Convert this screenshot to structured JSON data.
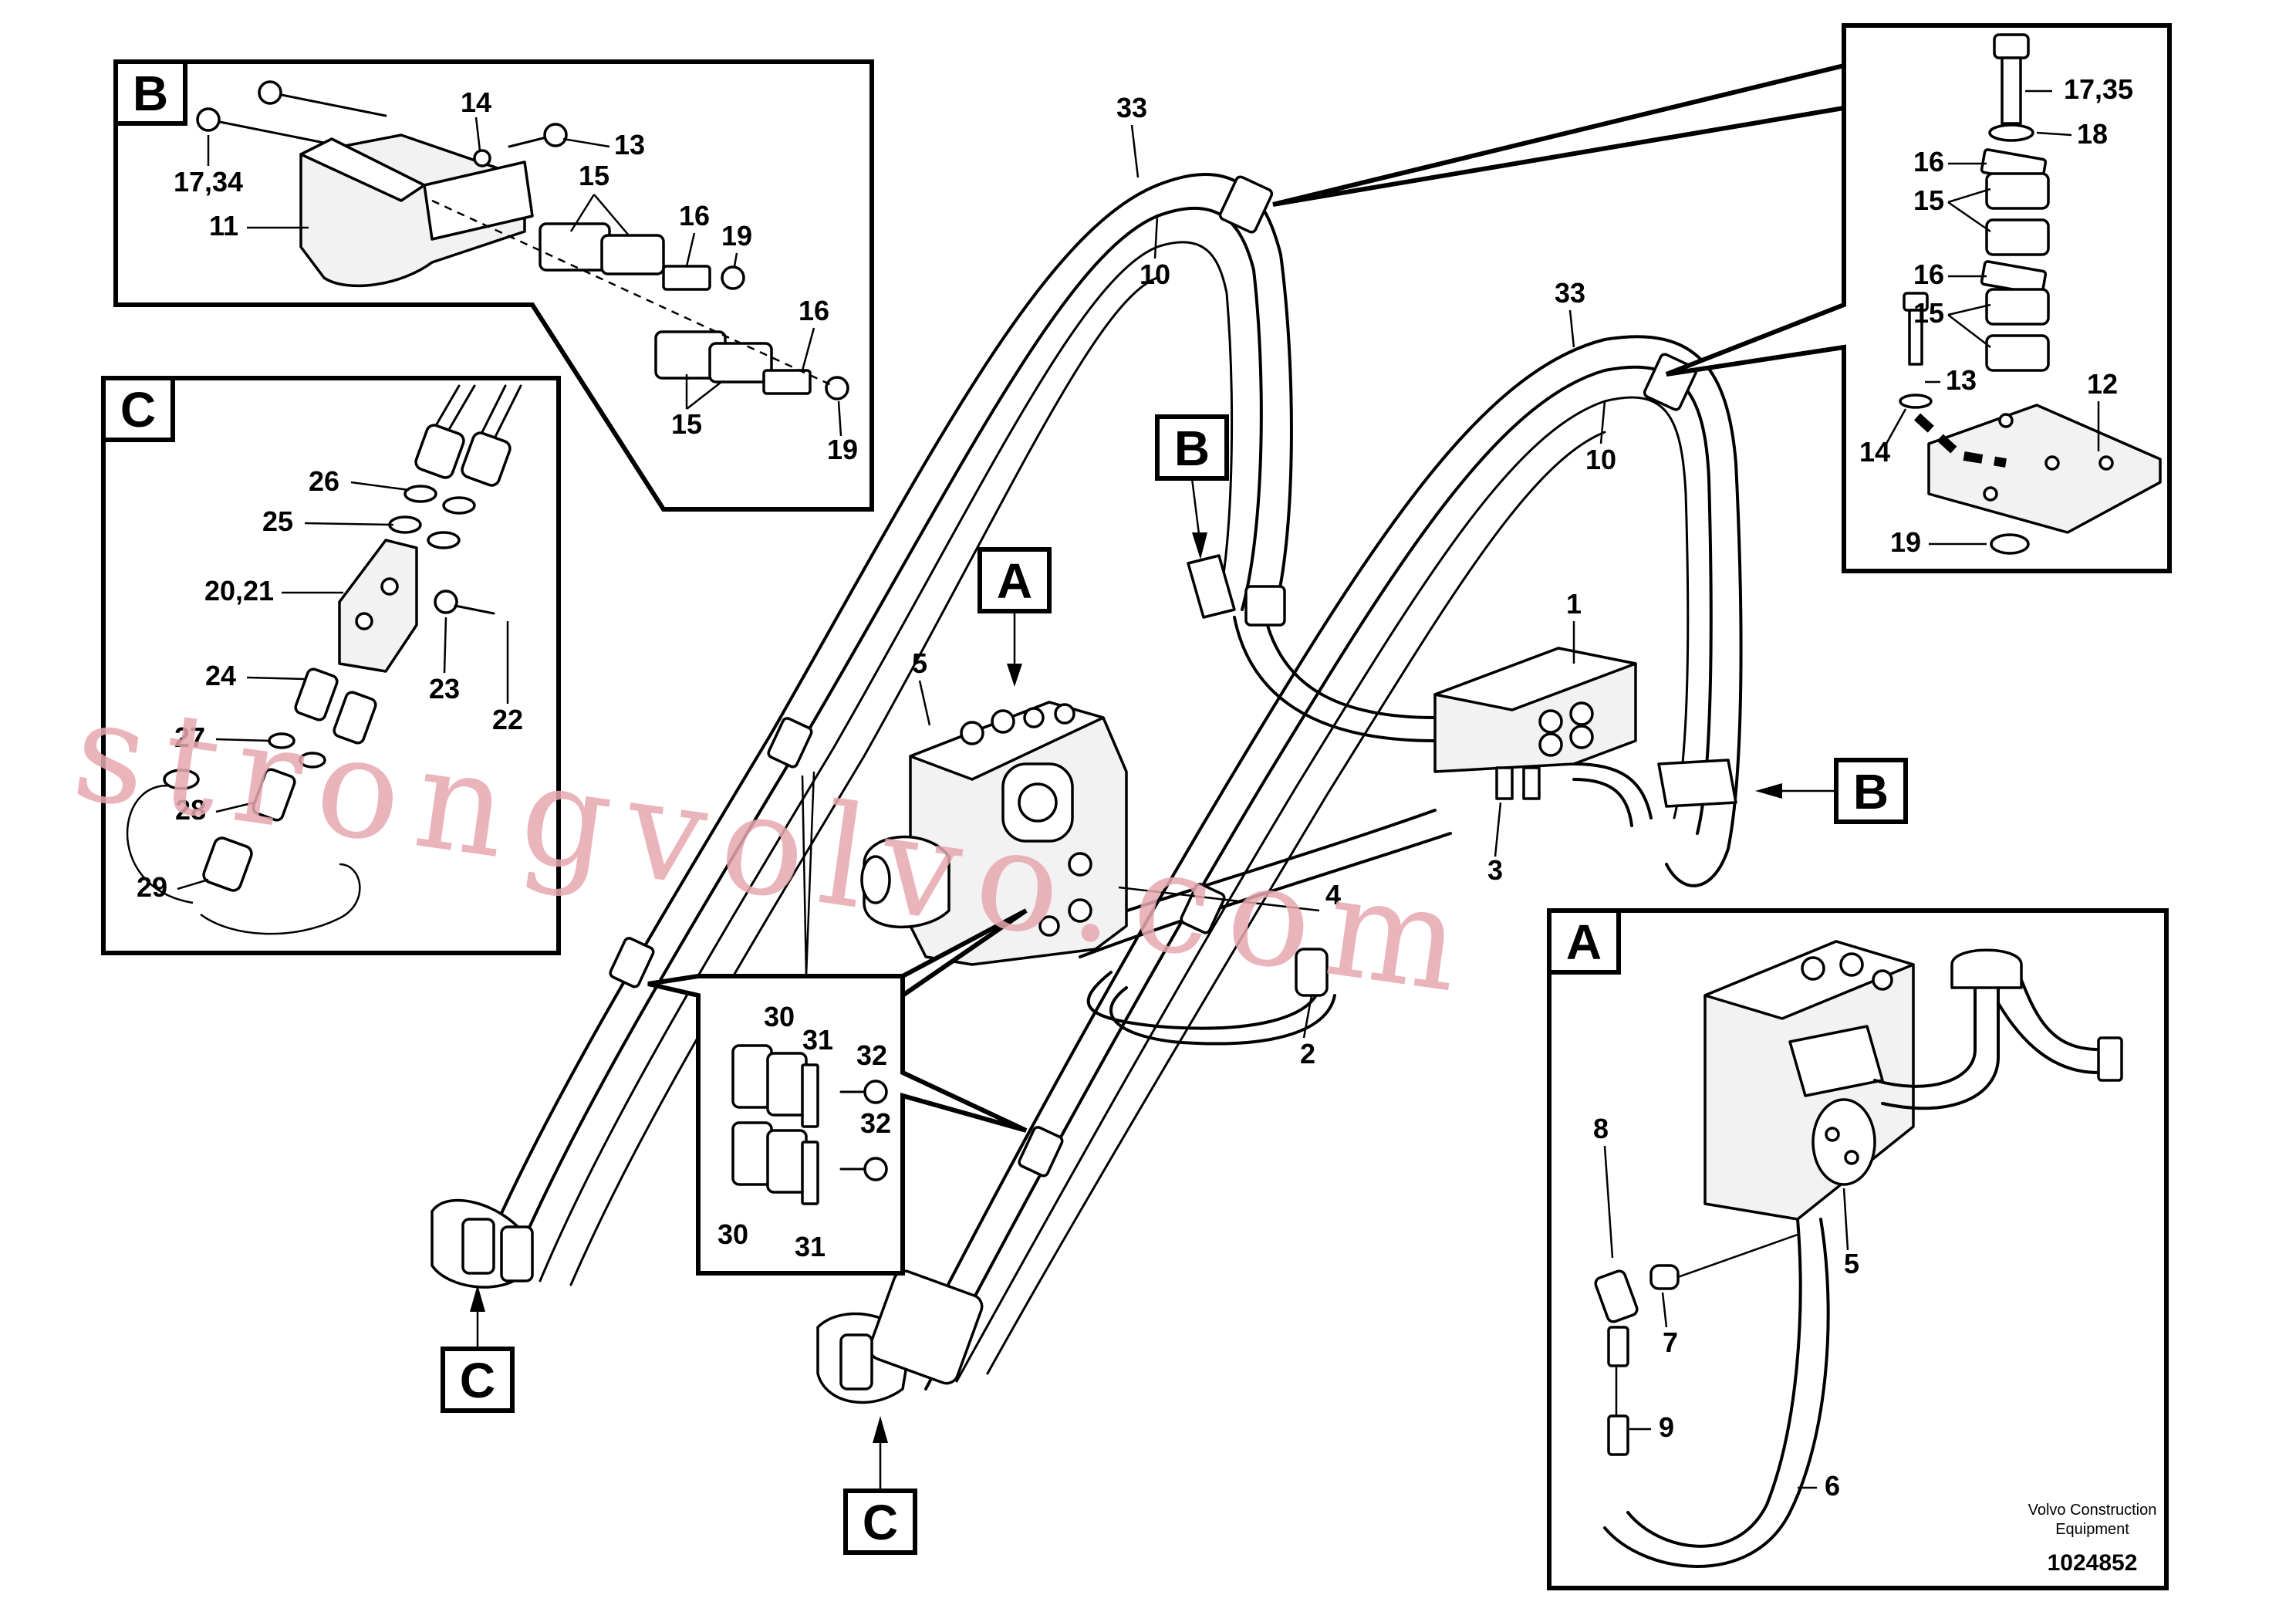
{
  "callouts": {
    "c1": "1",
    "c2": "2",
    "c3": "3",
    "c4": "4",
    "c5": "5",
    "c33_left": "33",
    "c10_left": "10",
    "c33_right": "33",
    "c10_right": "10",
    "c30_top": "30",
    "c31_top": "31",
    "c32_top": "32",
    "c32_bottom": "32",
    "c30_bottom": "30",
    "c31_bottom": "31"
  },
  "views": {
    "b_top_left": {
      "letter": "B",
      "labels": {
        "l14": "14",
        "l13": "13",
        "l1734": "17,34",
        "l15a": "15",
        "l16a": "16",
        "l19a": "19",
        "l11": "11",
        "l16b": "16",
        "l15b": "15",
        "l19b": "19"
      }
    },
    "c_left": {
      "letter": "C",
      "labels": {
        "l26": "26",
        "l25": "25",
        "l2021": "20,21",
        "l23": "23",
        "l22": "22",
        "l24": "24",
        "l27": "27",
        "l28": "28",
        "l29": "29"
      }
    },
    "b_top_right": {
      "labels": {
        "l1735": "17,35",
        "l18": "18",
        "l16a": "16",
        "l15a": "15",
        "l16b": "16",
        "l15b": "15",
        "l13": "13",
        "l12": "12",
        "l14": "14",
        "l19": "19"
      }
    },
    "a_bottom_right": {
      "letter": "A",
      "labels": {
        "l8": "8",
        "l7": "7",
        "l5": "5",
        "l9": "9",
        "l6": "6"
      }
    }
  },
  "markers": {
    "a_main": "A",
    "b_mid": "B",
    "b_right": "B",
    "c_bottom_left": "C",
    "c_bottom_mid": "C"
  },
  "brand": {
    "line1": "Volvo Construction",
    "line2": "Equipment",
    "drawing_number": "1024852"
  },
  "watermark": "strongvolvo.com"
}
